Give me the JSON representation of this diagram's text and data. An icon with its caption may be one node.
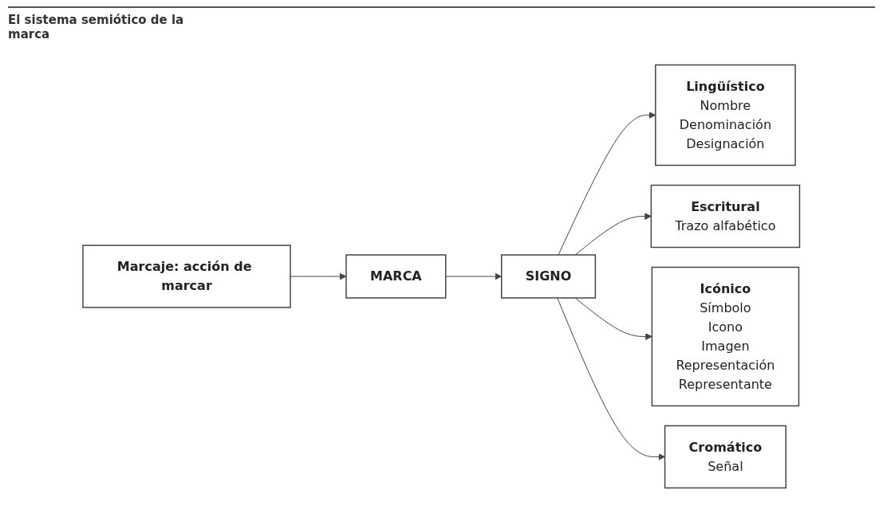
{
  "diagram": {
    "title": "El sistema semiótico de la marca",
    "nodes": [
      {
        "text": [
          "Marcaje: acción de marcar"
        ]
      },
      {
        "text": [
          "MARCA"
        ]
      },
      {
        "text": [
          "SIGNO"
        ]
      },
      {
        "text": [
          "Lingüístico",
          "Nombre",
          "Denominación",
          "Designación"
        ]
      },
      {
        "text": [
          "Escritural",
          "Trazo alfabético"
        ]
      },
      {
        "text": [
          "Icónico",
          "Símbolo",
          "Icono",
          "Imagen",
          "Representación",
          "Representante"
        ]
      },
      {
        "text": [
          "Cromático",
          "Señal"
        ]
      }
    ],
    "edges": [
      {
        "from": 0,
        "to": 1,
        "arrow": "to"
      },
      {
        "from": 1,
        "to": 2,
        "arrow": "to"
      },
      {
        "from": 2,
        "to": 3,
        "arrow": "to"
      },
      {
        "from": 2,
        "to": 4,
        "arrow": "to"
      },
      {
        "from": 2,
        "to": 5,
        "arrow": "to"
      },
      {
        "from": 2,
        "to": 6,
        "arrow": "to"
      }
    ]
  }
}
